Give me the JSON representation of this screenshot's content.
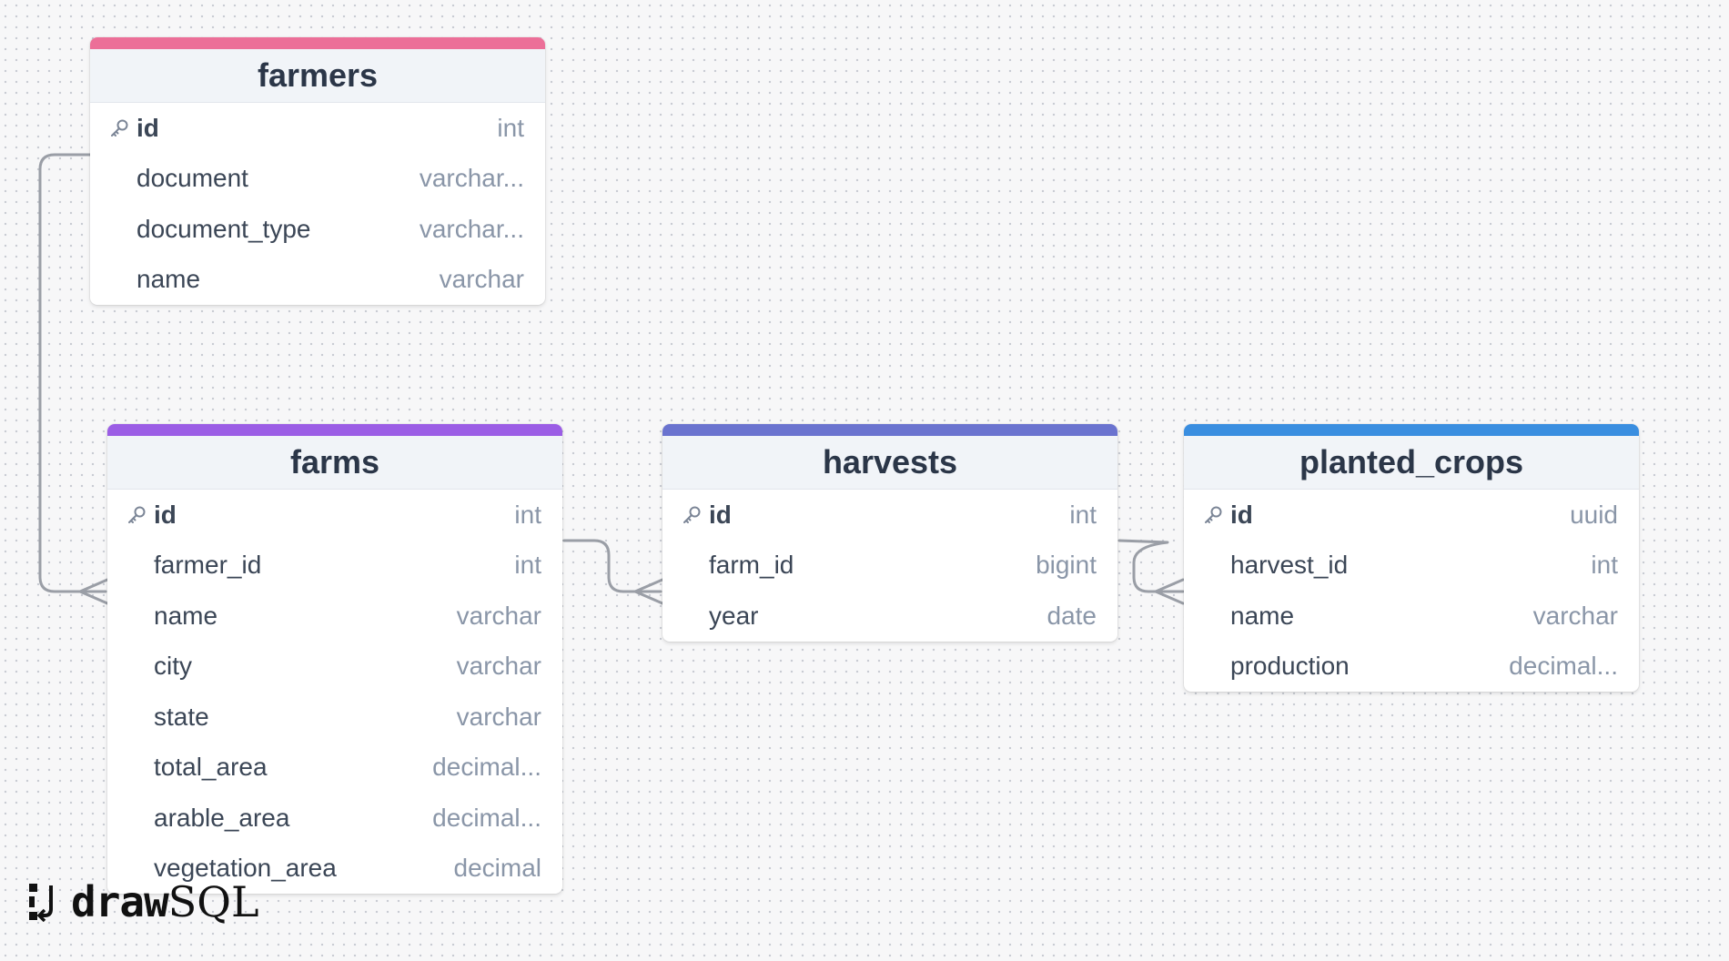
{
  "brand": {
    "word1": "draw",
    "word2": "SQL"
  },
  "tables": {
    "farmers": {
      "name": "farmers",
      "color": "#ec6f98",
      "fields": [
        {
          "name": "id",
          "type": "int",
          "pk": true
        },
        {
          "name": "document",
          "type": "varchar..."
        },
        {
          "name": "document_type",
          "type": "varchar..."
        },
        {
          "name": "name",
          "type": "varchar"
        }
      ]
    },
    "farms": {
      "name": "farms",
      "color": "#9b5de5",
      "fields": [
        {
          "name": "id",
          "type": "int",
          "pk": true
        },
        {
          "name": "farmer_id",
          "type": "int"
        },
        {
          "name": "name",
          "type": "varchar"
        },
        {
          "name": "city",
          "type": "varchar"
        },
        {
          "name": "state",
          "type": "varchar"
        },
        {
          "name": "total_area",
          "type": "decimal..."
        },
        {
          "name": "arable_area",
          "type": "decimal..."
        },
        {
          "name": "vegetation_area",
          "type": "decimal"
        }
      ]
    },
    "harvests": {
      "name": "harvests",
      "color": "#6a73cf",
      "fields": [
        {
          "name": "id",
          "type": "int",
          "pk": true
        },
        {
          "name": "farm_id",
          "type": "bigint"
        },
        {
          "name": "year",
          "type": "date"
        }
      ]
    },
    "planted_crops": {
      "name": "planted_crops",
      "color": "#3a8ee0",
      "fields": [
        {
          "name": "id",
          "type": "uuid",
          "pk": true
        },
        {
          "name": "harvest_id",
          "type": "int"
        },
        {
          "name": "name",
          "type": "varchar"
        },
        {
          "name": "production",
          "type": "decimal..."
        }
      ]
    }
  }
}
